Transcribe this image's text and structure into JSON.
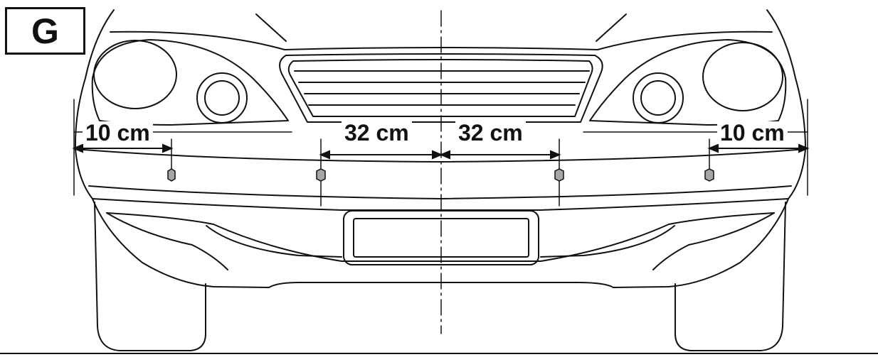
{
  "panel": {
    "letter": "G"
  },
  "dimensions": {
    "left_outer": "10 cm",
    "left_inner": "32 cm",
    "right_inner": "32 cm",
    "right_outer": "10 cm"
  },
  "colors": {
    "line": "#111111",
    "sensor_fill": "#a6a6a6",
    "background": "#ffffff"
  }
}
